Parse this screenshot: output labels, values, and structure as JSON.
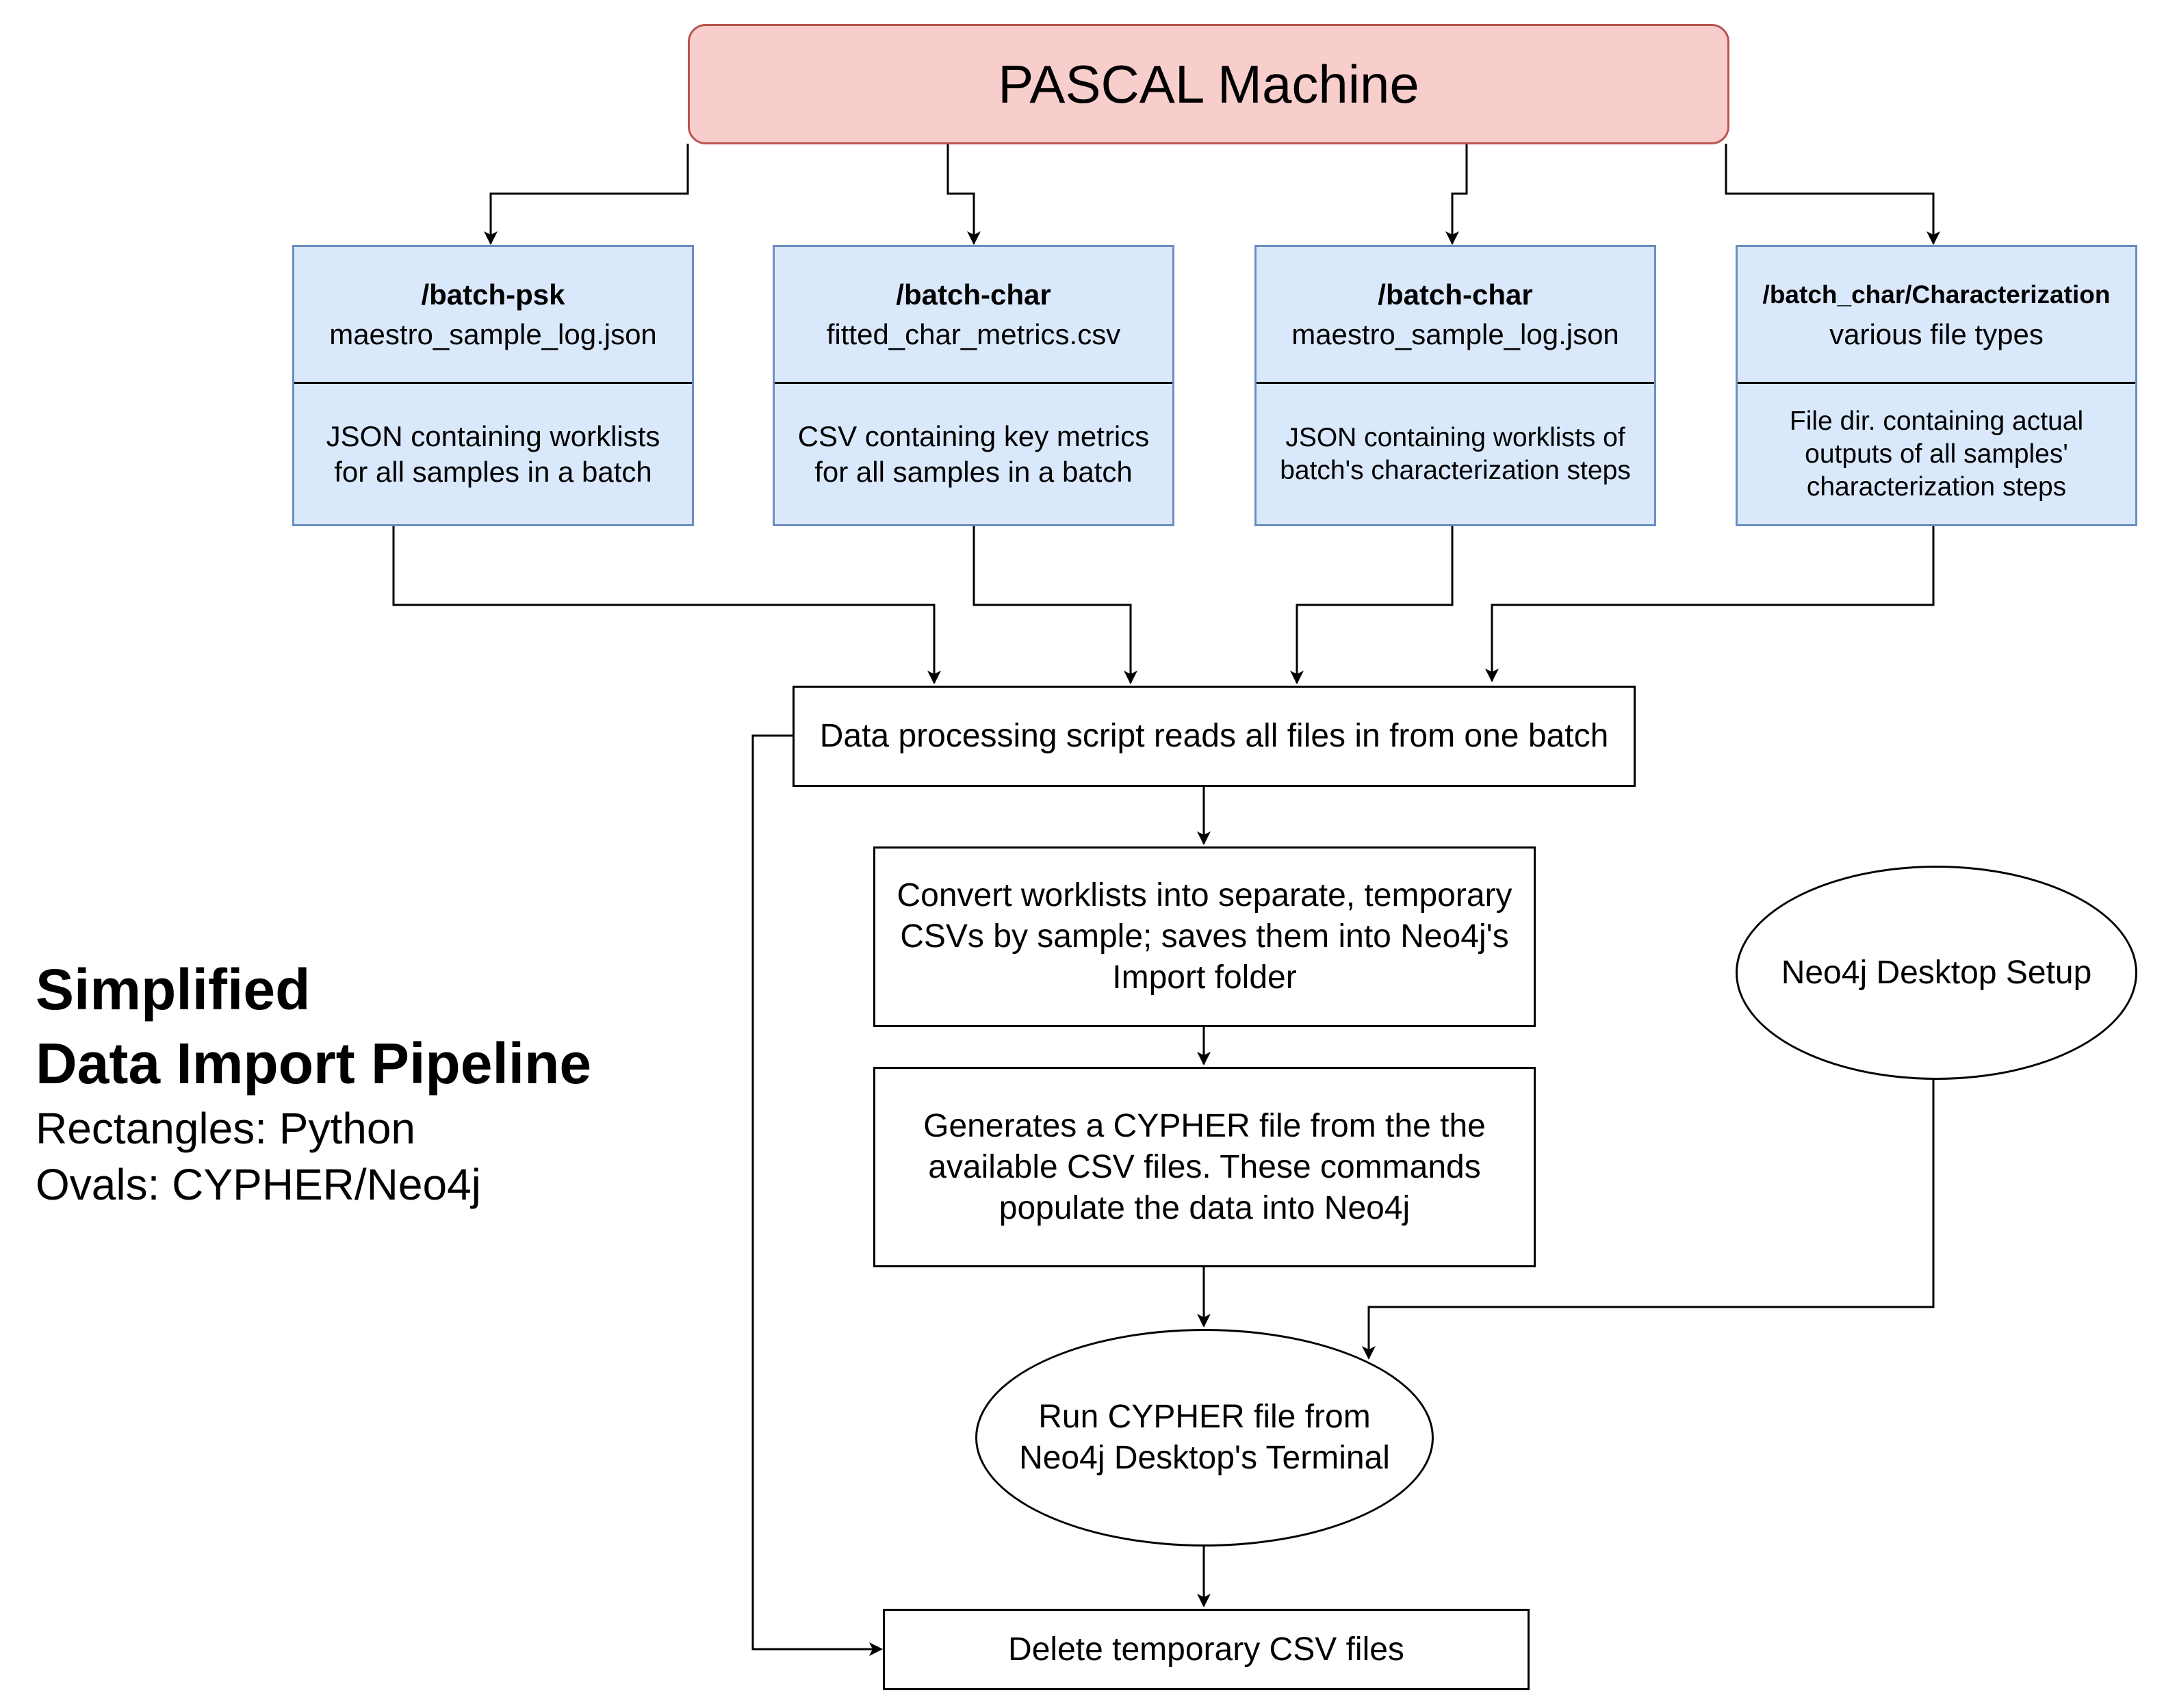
{
  "diagram": {
    "pascal": {
      "label": "PASCAL Machine"
    },
    "directories": [
      {
        "path": "/batch-psk",
        "file": "maestro_sample_log.json",
        "description": [
          "JSON containing worklists",
          "for all samples in a batch"
        ]
      },
      {
        "path": "/batch-char",
        "file": "fitted_char_metrics.csv",
        "description": [
          "CSV containing key metrics",
          "for all samples in a batch"
        ]
      },
      {
        "path": "/batch-char",
        "file": "maestro_sample_log.json",
        "description": [
          "JSON containing worklists of",
          "batch's characterization steps"
        ]
      },
      {
        "path": "/batch_char/Characterization",
        "file": "various file types",
        "description": [
          "File dir. containing actual",
          "outputs of all samples'",
          "characterization steps"
        ]
      }
    ],
    "steps": {
      "read": [
        "Data processing script reads all files in from one batch"
      ],
      "convert": [
        "Convert worklists into separate, temporary",
        "CSVs by sample; saves them into Neo4j's",
        "Import folder"
      ],
      "generate": [
        "Generates a CYPHER file from the the",
        "available CSV files. These commands",
        "populate the data into Neo4j"
      ],
      "run": [
        "Run CYPHER file from",
        "Neo4j Desktop's Terminal"
      ],
      "delete": [
        "Delete temporary CSV files"
      ],
      "neo4j_setup": [
        "Neo4j Desktop Setup"
      ]
    }
  },
  "legend": {
    "title_line1": "Simplified",
    "title_line2": "Data Import Pipeline",
    "rectangles": "Rectangles: Python",
    "ovals": "Ovals: CYPHER/Neo4j"
  },
  "colors": {
    "pascal_fill": "#f8cecc",
    "pascal_stroke": "#b85450",
    "dir_fill": "#dae8fc",
    "dir_stroke": "#6c8ebf",
    "line": "#000000"
  }
}
